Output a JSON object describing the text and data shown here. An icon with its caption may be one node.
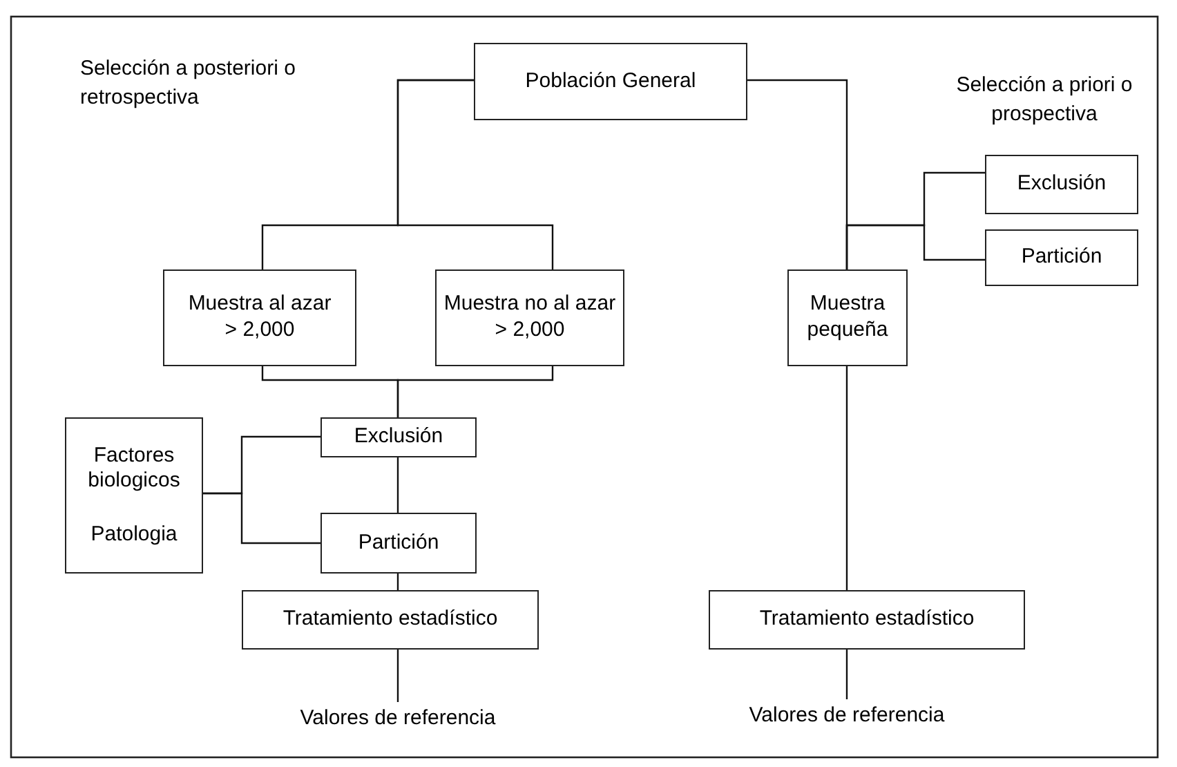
{
  "diagram": {
    "nodes": [
      {
        "text": [
          "Población General"
        ]
      },
      {
        "text": [
          "Muestra al azar",
          "> 2,000"
        ]
      },
      {
        "text": [
          "Muestra no al azar",
          "> 2,000"
        ]
      },
      {
        "text": [
          "Muestra pequeña"
        ]
      },
      {
        "text": [
          "Exclusión"
        ]
      },
      {
        "text": [
          "Partición"
        ]
      },
      {
        "text": [
          "Factores biologicos",
          "Patologia"
        ]
      },
      {
        "text": [
          "Exclusión"
        ]
      },
      {
        "text": [
          "Partición"
        ]
      },
      {
        "text": [
          "Tratamiento estadístico"
        ]
      },
      {
        "text": [
          "Valores de referencia"
        ]
      },
      {
        "text": [
          "Tratamiento estadístico"
        ]
      },
      {
        "text": [
          "Valores de referencia"
        ]
      }
    ],
    "edges": [
      {
        "from": 0,
        "to": 1,
        "arrow": "none"
      },
      {
        "from": 0,
        "to": 2,
        "arrow": "none"
      },
      {
        "from": 1,
        "to": 7,
        "arrow": "none"
      },
      {
        "from": 2,
        "to": 7,
        "arrow": "none"
      },
      {
        "from": 7,
        "to": 8,
        "arrow": "none"
      },
      {
        "from": 8,
        "to": 9,
        "arrow": "none"
      },
      {
        "from": 9,
        "to": 10,
        "arrow": "none"
      },
      {
        "from": 6,
        "to": 7,
        "arrow": "none"
      },
      {
        "from": 6,
        "to": 8,
        "arrow": "none"
      },
      {
        "from": 0,
        "to": 3,
        "arrow": "none"
      },
      {
        "from": 3,
        "to": 4,
        "arrow": "none"
      },
      {
        "from": 3,
        "to": 5,
        "arrow": "none"
      },
      {
        "from": 3,
        "to": 11,
        "arrow": "none"
      },
      {
        "from": 11,
        "to": 12,
        "arrow": "none"
      }
    ],
    "labels": [
      "Selección a posteriori o retrospectiva",
      "Selección a priori o prospectiva"
    ]
  }
}
